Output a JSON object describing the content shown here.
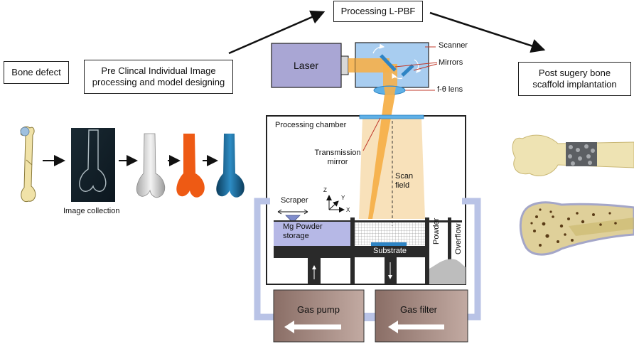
{
  "boxes": {
    "bone_defect": "Bone defect",
    "pre_clinical": "Pre Clincal Individual Image processing and model designing",
    "processing": "Processing L-PBF",
    "post_surgery": "Post sugery bone scaffold implantation"
  },
  "labels": {
    "image_collection": "Image collection",
    "laser": "Laser",
    "scanner": "Scanner",
    "mirrors": "Mirrors",
    "f_theta_lens": "f-θ lens",
    "processing_chamber": "Processing chamber",
    "transmission_mirror": "Transmission mirror",
    "scan_field": "Scan field",
    "scraper": "Scraper",
    "mg_powder_storage": "Mg Powder storage",
    "substrate": "Substrate",
    "powder": "Powder",
    "overflow": "Overflow",
    "gas_pump": "Gas pump",
    "gas_filter": "Gas filter",
    "axis_z": "Z",
    "axis_y": "Y",
    "axis_x": "X"
  },
  "colors": {
    "laser_box": "#a9a6d4",
    "scanner_box": "#a8cdf0",
    "beam": "#f5b04a",
    "scan_field": "#f7dcae",
    "mirror": "#2e84c4",
    "bone": "#f0e2a8",
    "orange_bone": "#ee5a14",
    "blue_bone": "#1e6f9c",
    "gas_box": "#a88c83",
    "pipe": "#b9c3e6",
    "storage": "#b6b8e6",
    "wall": "#2a2a2a"
  }
}
